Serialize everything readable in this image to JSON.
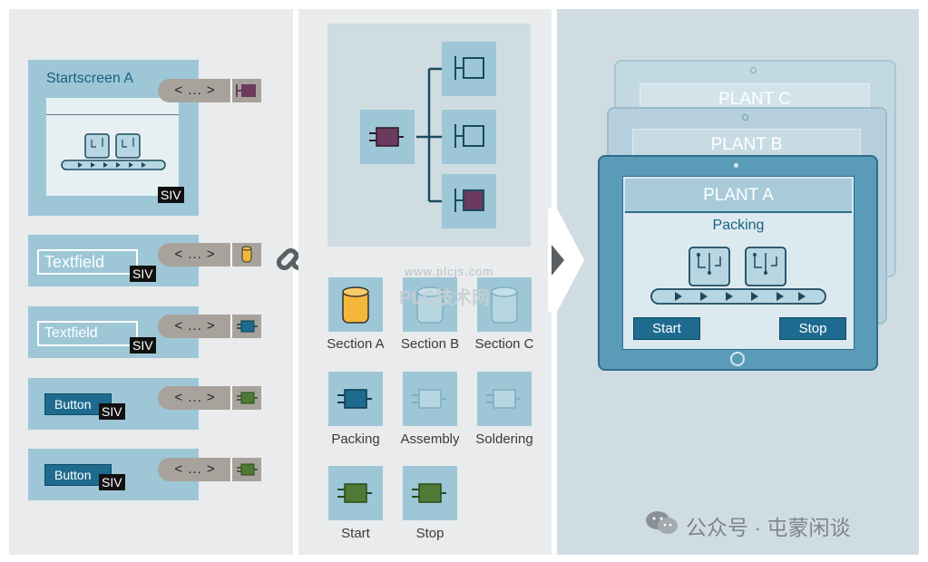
{
  "colors": {
    "panel_left": "#e9ebec",
    "panel_mid": "#e9ebec",
    "panel_right": "#cfdde3",
    "tile": "#9dc7d6",
    "pointer": "#a8a29c",
    "accent_purple": "#6b3a5e",
    "accent_yellow": "#f3b73b",
    "accent_blue": "#1c6b8e",
    "accent_green": "#4f7a35",
    "device": "#5a9bb8"
  },
  "left": {
    "startscreen": {
      "title": "Startscreen A",
      "pointer": "< ... >",
      "siv": "SIV",
      "icon": "purple-block-icon"
    },
    "textfield1": {
      "label": "Textfield",
      "pointer": "< ... >",
      "siv": "SIV",
      "icon": "database-icon"
    },
    "textfield2": {
      "label": "Textfield",
      "pointer": "< ... >",
      "siv": "SIV",
      "icon": "blue-block-icon"
    },
    "button1": {
      "label": "Button",
      "pointer": "< ... >",
      "siv": "SIV",
      "icon": "green-block-icon"
    },
    "button2": {
      "label": "Button",
      "pointer": "< ... >",
      "siv": "SIV",
      "icon": "green-block-icon"
    }
  },
  "middle": {
    "library": [
      {
        "label": "Section A",
        "icon": "database-icon-active"
      },
      {
        "label": "Section B",
        "icon": "database-icon-faded"
      },
      {
        "label": "Section C",
        "icon": "database-icon-faded"
      },
      {
        "label": "Packing",
        "icon": "blue-block-icon"
      },
      {
        "label": "Assembly",
        "icon": "block-icon-faded"
      },
      {
        "label": "Soldering",
        "icon": "block-icon-faded"
      },
      {
        "label": "Start",
        "icon": "green-block-icon"
      },
      {
        "label": "Stop",
        "icon": "green-block-icon"
      }
    ]
  },
  "right": {
    "plant_c": "PLANT C",
    "plant_b": "PLANT B",
    "plant_a": "PLANT A",
    "section": "Packing",
    "start_button": "Start",
    "stop_button": "Stop"
  },
  "watermark": {
    "site": "www.plcjs.com",
    "site_name": "PLC技术网",
    "account": "公众号 · 屯蒙闲谈"
  }
}
